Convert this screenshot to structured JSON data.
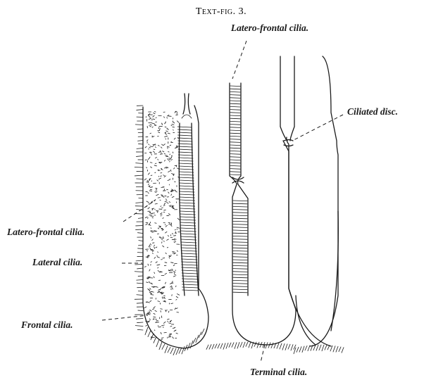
{
  "figure": {
    "title": "Text-fig. 3.",
    "labels": {
      "latero_frontal_top": "Latero-frontal cilia.",
      "ciliated_disc": "Ciliated disc.",
      "latero_frontal_left": "Latero-frontal cilia.",
      "lateral": "Lateral cilia.",
      "frontal": "Frontal cilia.",
      "terminal": "Terminal cilia."
    }
  }
}
